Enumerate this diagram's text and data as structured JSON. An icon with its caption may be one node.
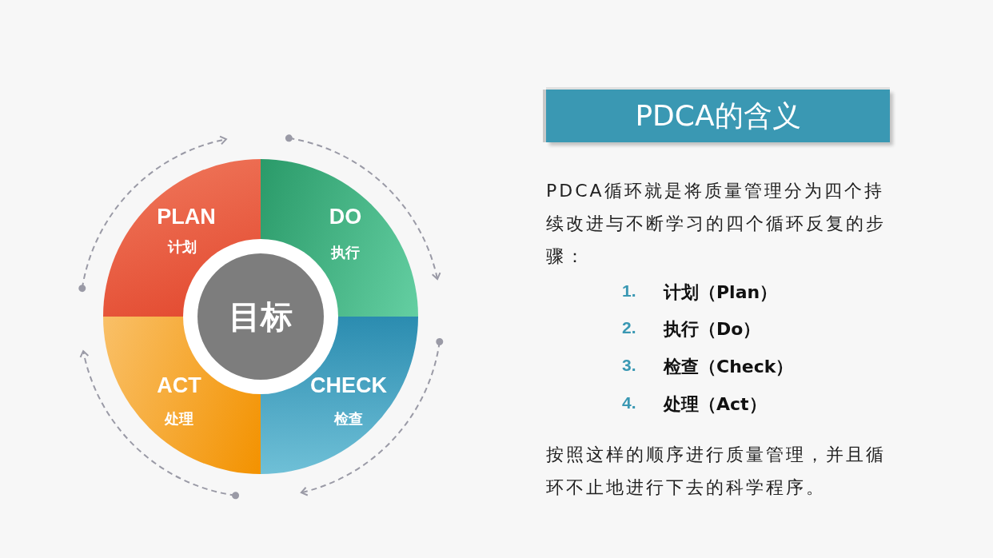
{
  "diagram": {
    "title": "PDCA的含义",
    "nodes": [
      {
        "text": [
          "PLAN",
          "计划"
        ]
      },
      {
        "text": [
          "DO",
          "执行"
        ]
      },
      {
        "text": [
          "CHECK",
          "检查"
        ]
      },
      {
        "text": [
          "ACT",
          "处理"
        ]
      },
      {
        "text": [
          "目标"
        ]
      }
    ],
    "labels": [
      "PDCA循环就是将质量管理分为四个持续改进与不断学习的四个循环反复的步骤：",
      "1.",
      "计划（Plan）",
      "2.",
      "执行（Do）",
      "3.",
      "检查（Check）",
      "4.",
      "处理（Act）",
      "按照这样的顺序进行质量管理，并且循环不止地进行下去的科学程序。"
    ]
  }
}
